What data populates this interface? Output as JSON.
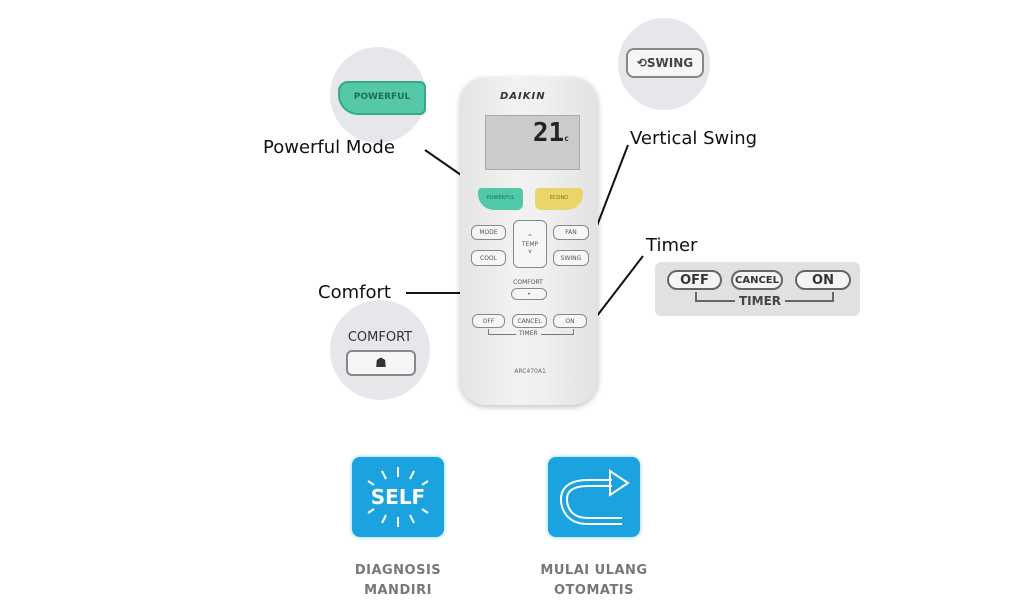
{
  "remote": {
    "brand": "DAIKIN",
    "temperature": "21",
    "temperature_unit": "c",
    "buttons": {
      "powerful": "POWERFUL",
      "econo": "ECONO",
      "mode": "MODE",
      "fan": "FAN",
      "cool": "COOL",
      "swing": "SWING",
      "temp": "TEMP",
      "comfort": "COMFORT",
      "off": "OFF",
      "cancel": "CANCEL",
      "on": "ON",
      "timer": "TIMER"
    },
    "model": "ARC470A1"
  },
  "callouts": {
    "powerful": "Powerful Mode",
    "swing": "Vertical Swing",
    "timer": "Timer",
    "comfort": "Comfort"
  },
  "insets": {
    "powerful": "POWERFUL",
    "swing": "SWING",
    "comfort": "COMFORT",
    "timer_off": "OFF",
    "timer_cancel": "CANCEL",
    "timer_on": "ON",
    "timer_label": "TIMER"
  },
  "features": [
    {
      "icon_text": "SELF",
      "line1": "DIAGNOSIS",
      "line2": "MANDIRI"
    },
    {
      "icon": "return-arrow-icon",
      "line1": "MULAI ULANG",
      "line2": "OTOMATIS"
    }
  ],
  "colors": {
    "powerful": "#4fc9a8",
    "econo": "#e8d66a",
    "tile": "#1aa3de"
  }
}
